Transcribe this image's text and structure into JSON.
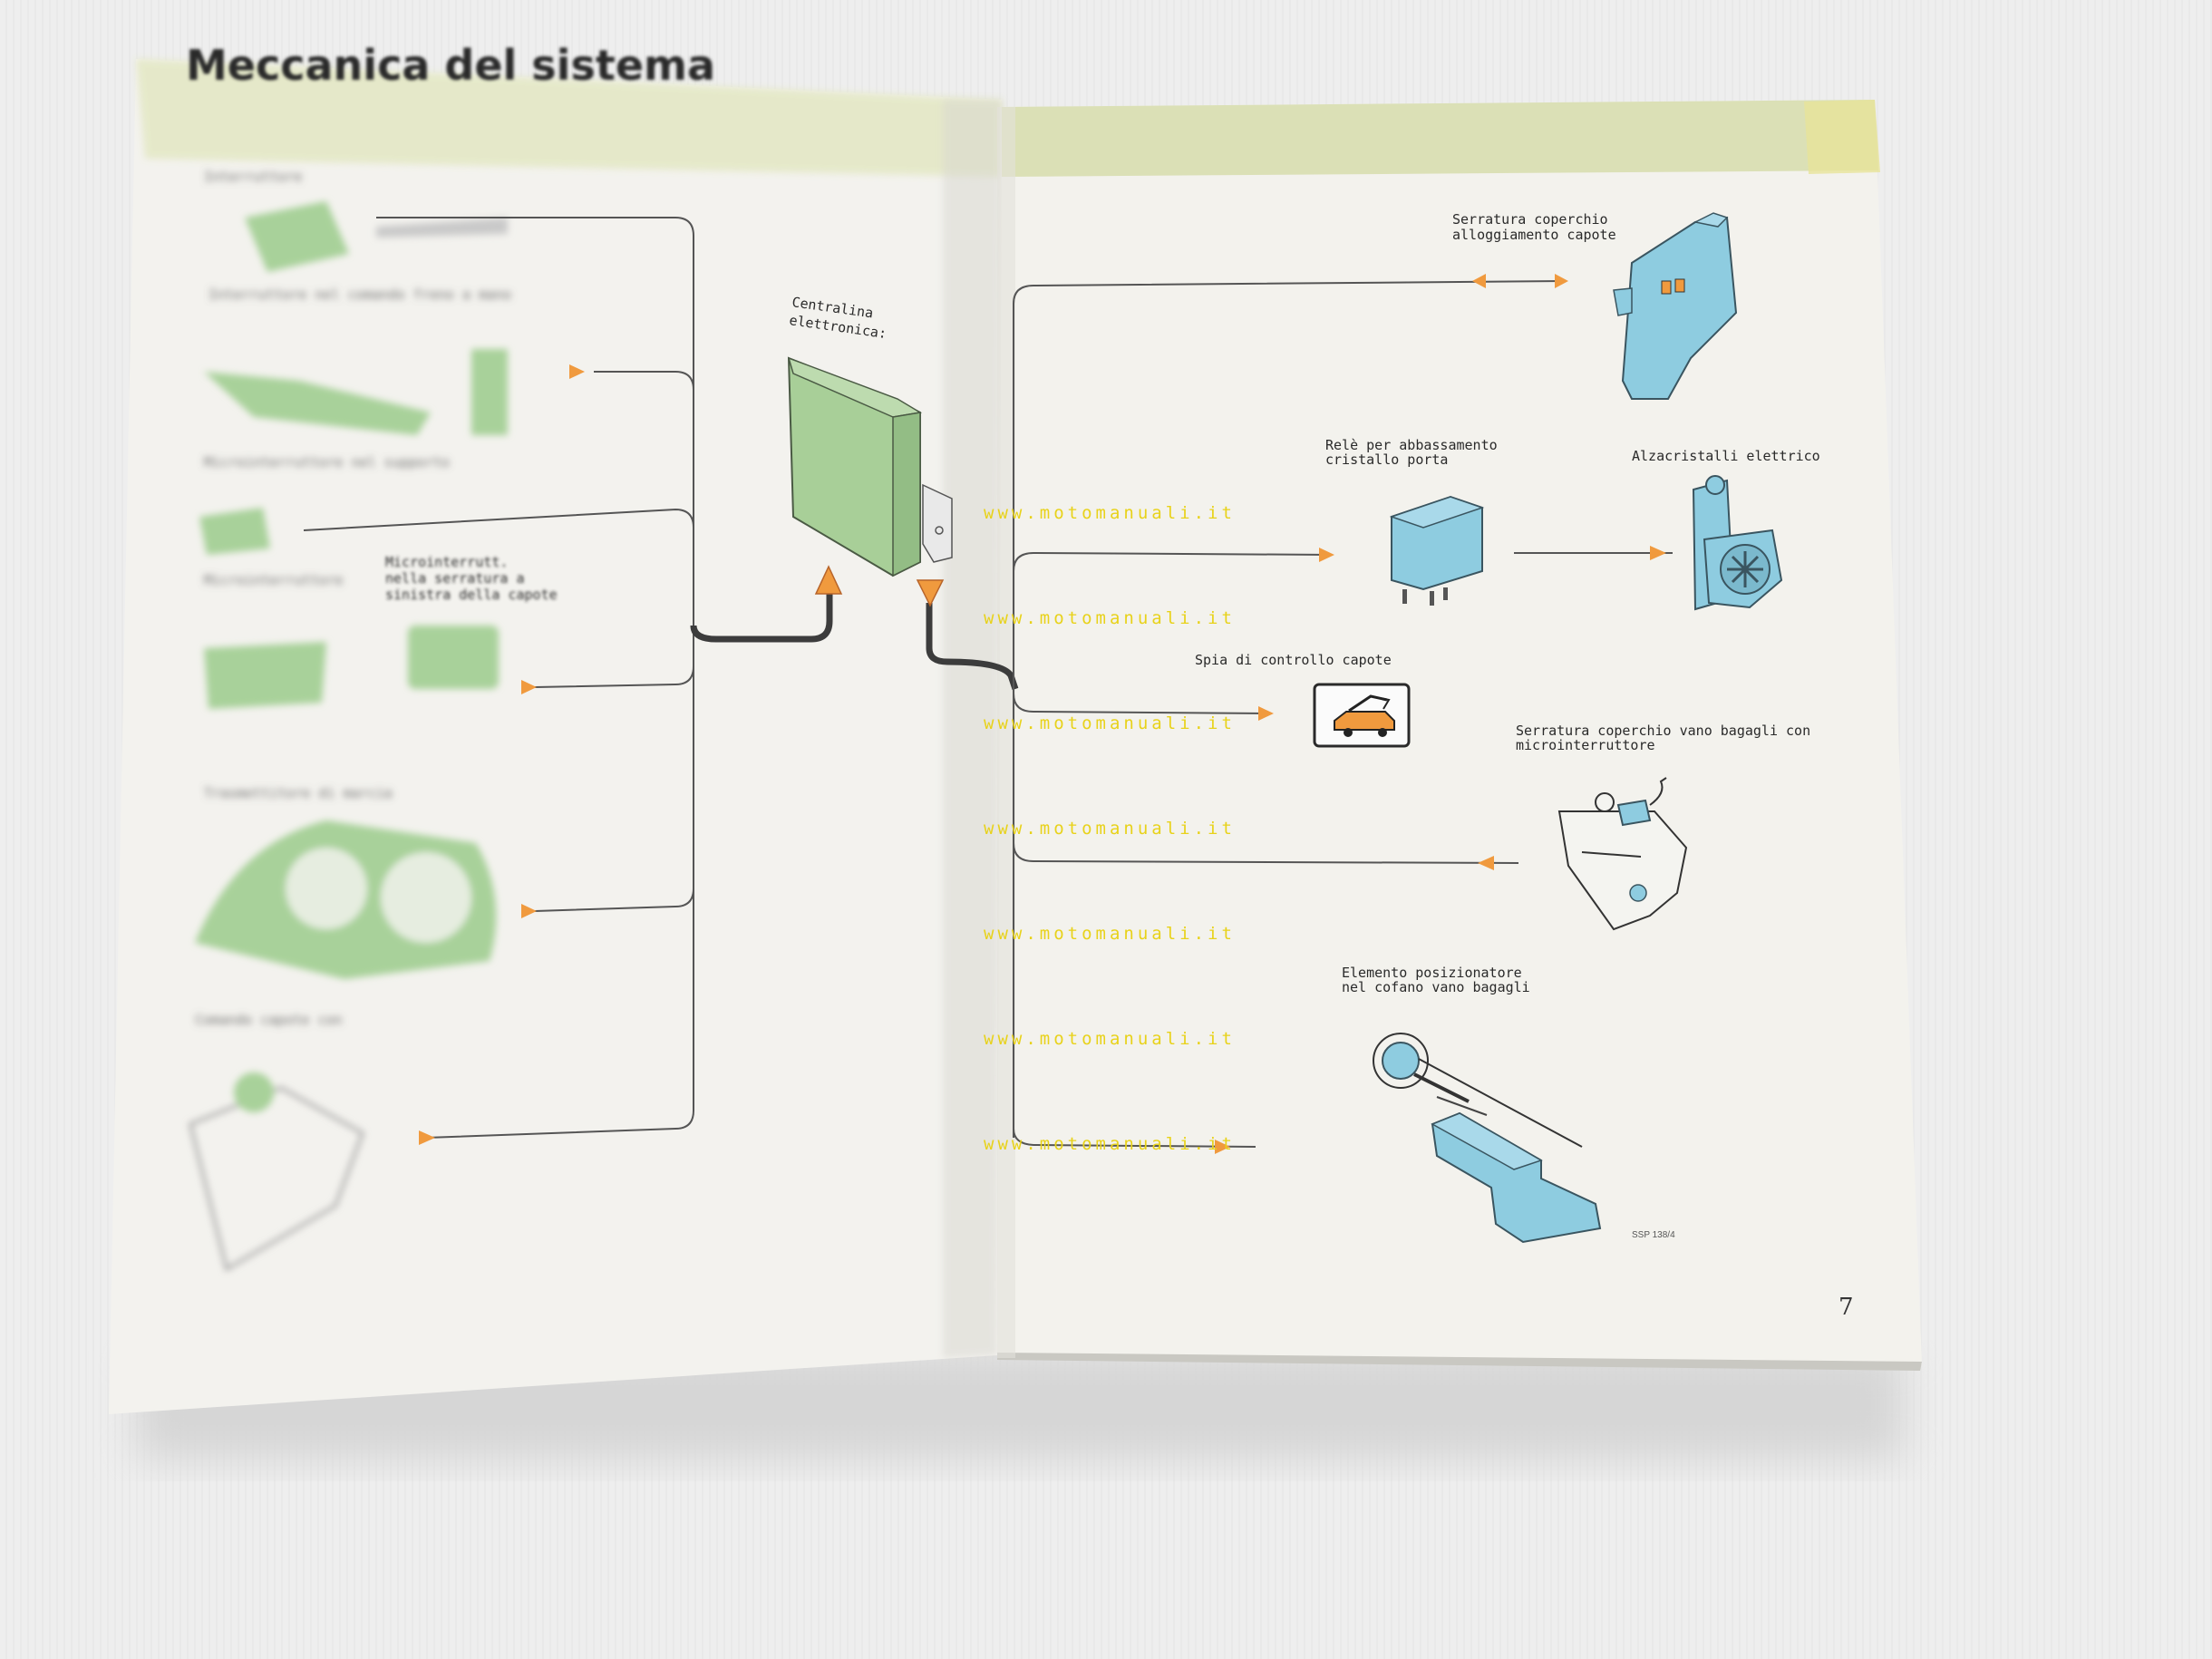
{
  "left_page": {
    "title": "Meccanica del sistema",
    "blurred_labels": [
      "Interruttore",
      "Interruttore nel comando freno a mano",
      "Microinterruttore nel supporto",
      "Microinterruttore",
      "Trasmettitore di marcia",
      "Comando capote con"
    ],
    "microswitch_label": [
      "Microinterrutt.",
      "nella serratura a",
      "sinistra della capote"
    ]
  },
  "center": {
    "control_unit_label": [
      "Centralina",
      "elettronica:"
    ]
  },
  "right_page": {
    "components": [
      {
        "id": "lid-lock",
        "label": [
          "Serratura coperchio",
          "alloggiamento capote"
        ]
      },
      {
        "id": "relay",
        "label": [
          "Relè per abbassamento",
          "cristallo porta"
        ]
      },
      {
        "id": "window-lifter",
        "label": [
          "Alzacristalli elettrico"
        ]
      },
      {
        "id": "warning-light",
        "label": [
          "Spia di controllo capote"
        ]
      },
      {
        "id": "trunk-lock",
        "label": [
          "Serratura coperchio vano bagagli con",
          "microinterruttore"
        ]
      },
      {
        "id": "positioner",
        "label": [
          "Elemento posizionatore",
          "nel cofano vano bagagli"
        ]
      }
    ],
    "diagram_code": "SSP 138/4",
    "page_number": "7"
  },
  "watermark": {
    "text": "www.motomanuali.it",
    "count": 7
  },
  "colors": {
    "page": "#f2f1ec",
    "band": "#dbe0b6",
    "green_component": "#a8d19a",
    "blue_component": "#8ecce0",
    "arrow_orange": "#f09a3e",
    "wire": "#4a4a4a",
    "watermark": "#e8d21a"
  }
}
